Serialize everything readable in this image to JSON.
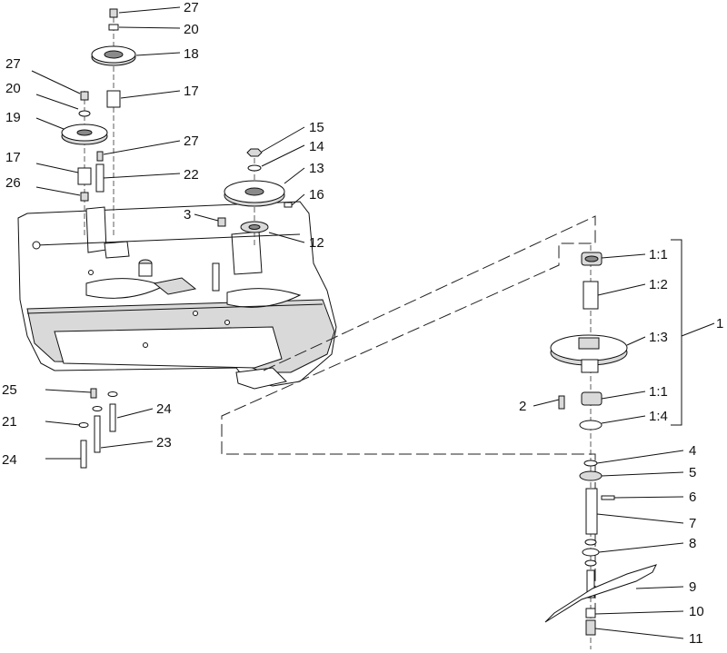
{
  "callouts": {
    "c27a": "27",
    "c20a": "20",
    "c18": "18",
    "c27b": "27",
    "c17a": "17",
    "c20b": "20",
    "c19": "19",
    "c27c": "27",
    "c17b": "17",
    "c22": "22",
    "c26": "26",
    "c15": "15",
    "c14": "14",
    "c13": "13",
    "c16": "16",
    "c3": "3",
    "c12": "12",
    "c25": "25",
    "c24a": "24",
    "c21": "21",
    "c23": "23",
    "c24b": "24",
    "c1_1a": "1:1",
    "c1_2": "1:2",
    "c1_3": "1:3",
    "c1_1b": "1:1",
    "c1_4": "1:4",
    "c1": "1",
    "c2": "2",
    "c4": "4",
    "c5": "5",
    "c6": "6",
    "c7": "7",
    "c8": "8",
    "c9": "9",
    "c10": "10",
    "c11": "11"
  }
}
